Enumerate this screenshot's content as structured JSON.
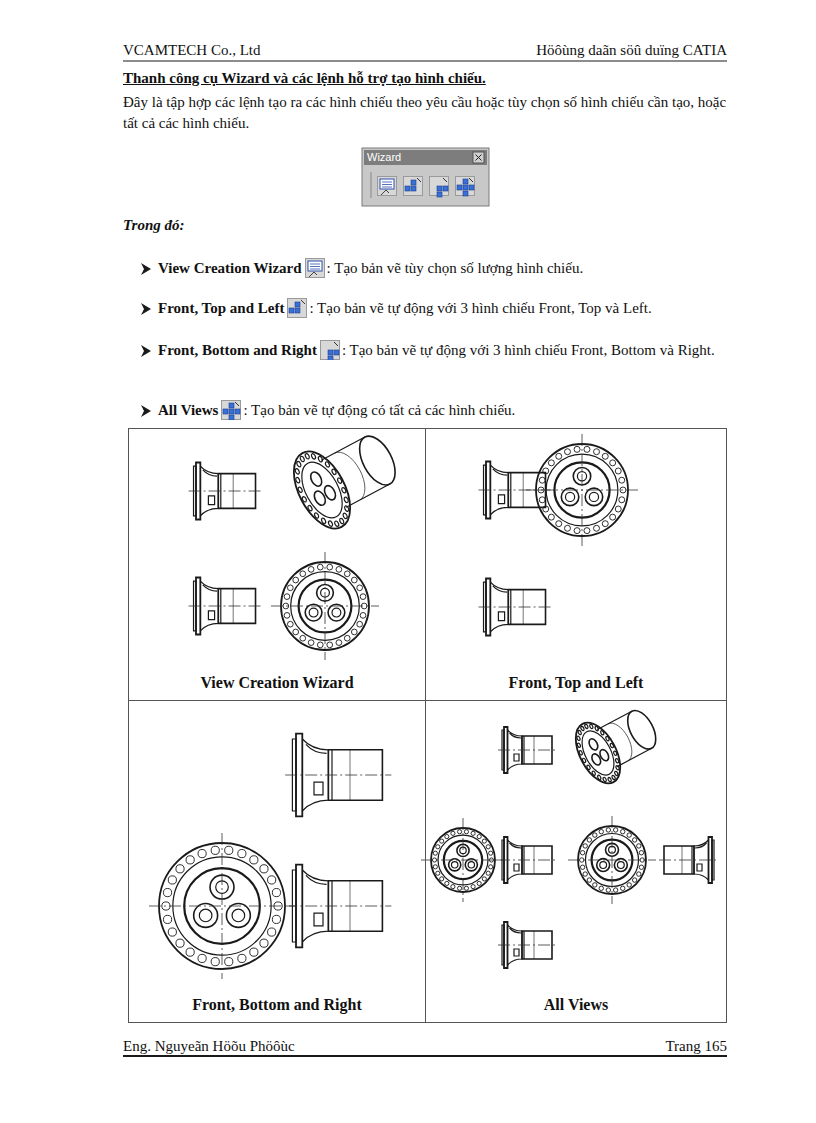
{
  "diagram": {
    "title": "Thanh công cụ Wizard và các lệnh hỗ trợ tạo hình chiếu.",
    "nodes": [
      {
        "text": [
          "View Creation Wizard"
        ]
      },
      {
        "text": [
          "Front, Top and Left"
        ]
      },
      {
        "text": [
          "Front, Bottom and Right"
        ]
      },
      {
        "text": [
          "All Views"
        ]
      }
    ],
    "labels": [
      "VCAMTECH Co., Ltd",
      "Höôùng daãn söû duïng CATIA",
      "Đây là tập hợp các lệnh tạo ra các hình chiếu theo yêu cầu hoặc tùy chọn số hình chiếu cần tạo, hoặc tất cả các hình chiếu.",
      "Wizard",
      "Trong đó:",
      "View Creation Wizard",
      ": Tạo bản vẽ tùy chọn số lượng hình chiếu.",
      "Front, Top and Left",
      ": Tạo bản vẽ tự động với 3 hình chiếu Front, Top và Left.",
      "Front, Bottom and Right",
      ": Tạo bản vẽ tự động với 3 hình chiếu Front, Bottom và Right.",
      "All Views",
      ": Tạo bản vẽ tự động có tất cả các hình chiếu.",
      "Eng. Nguyeãn Höõu Phöôùc",
      "Trang 165"
    ]
  }
}
